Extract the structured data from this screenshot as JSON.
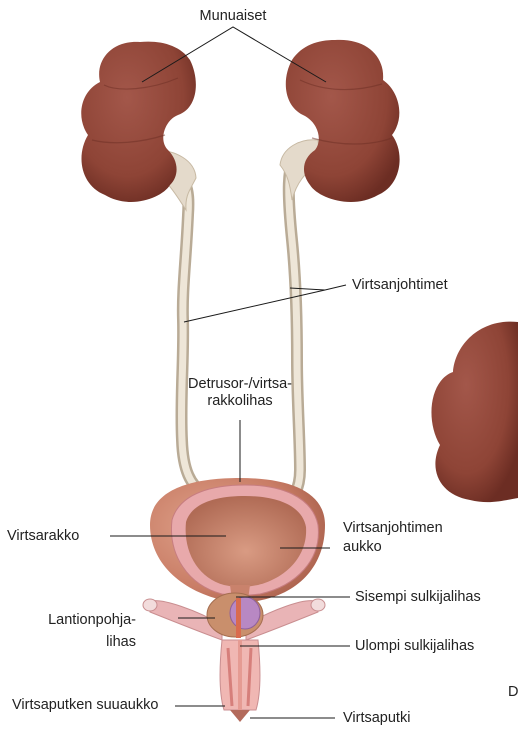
{
  "labels": {
    "kidneys": "Munuaiset",
    "ureters": "Virtsanjohtimet",
    "detrusor_line1": "Detrusor-/virtsa-",
    "detrusor_line2": "rakkolihas",
    "bladder": "Virtsarakko",
    "ureter_opening_line1": "Virtsanjohtimen",
    "ureter_opening_line2": "aukko",
    "internal_sphincter": "Sisempi sulkijalihas",
    "pelvic_floor_line1": "Lantionpohja-",
    "pelvic_floor_line2": "lihas",
    "external_sphincter": "Ulompi sulkijalihas",
    "urethra": "Virtsaputki",
    "urethral_opening": "Virtsaputken suuaukko",
    "cropped_letter": "D"
  },
  "colors": {
    "kidney": "#8e4436",
    "kidney_shadow": "#6e2f25",
    "ureter": "#e2d8c8",
    "bladder": "#cf8a73",
    "bladder_wall": "#e7a7a8",
    "line": "#1a1a1a"
  }
}
